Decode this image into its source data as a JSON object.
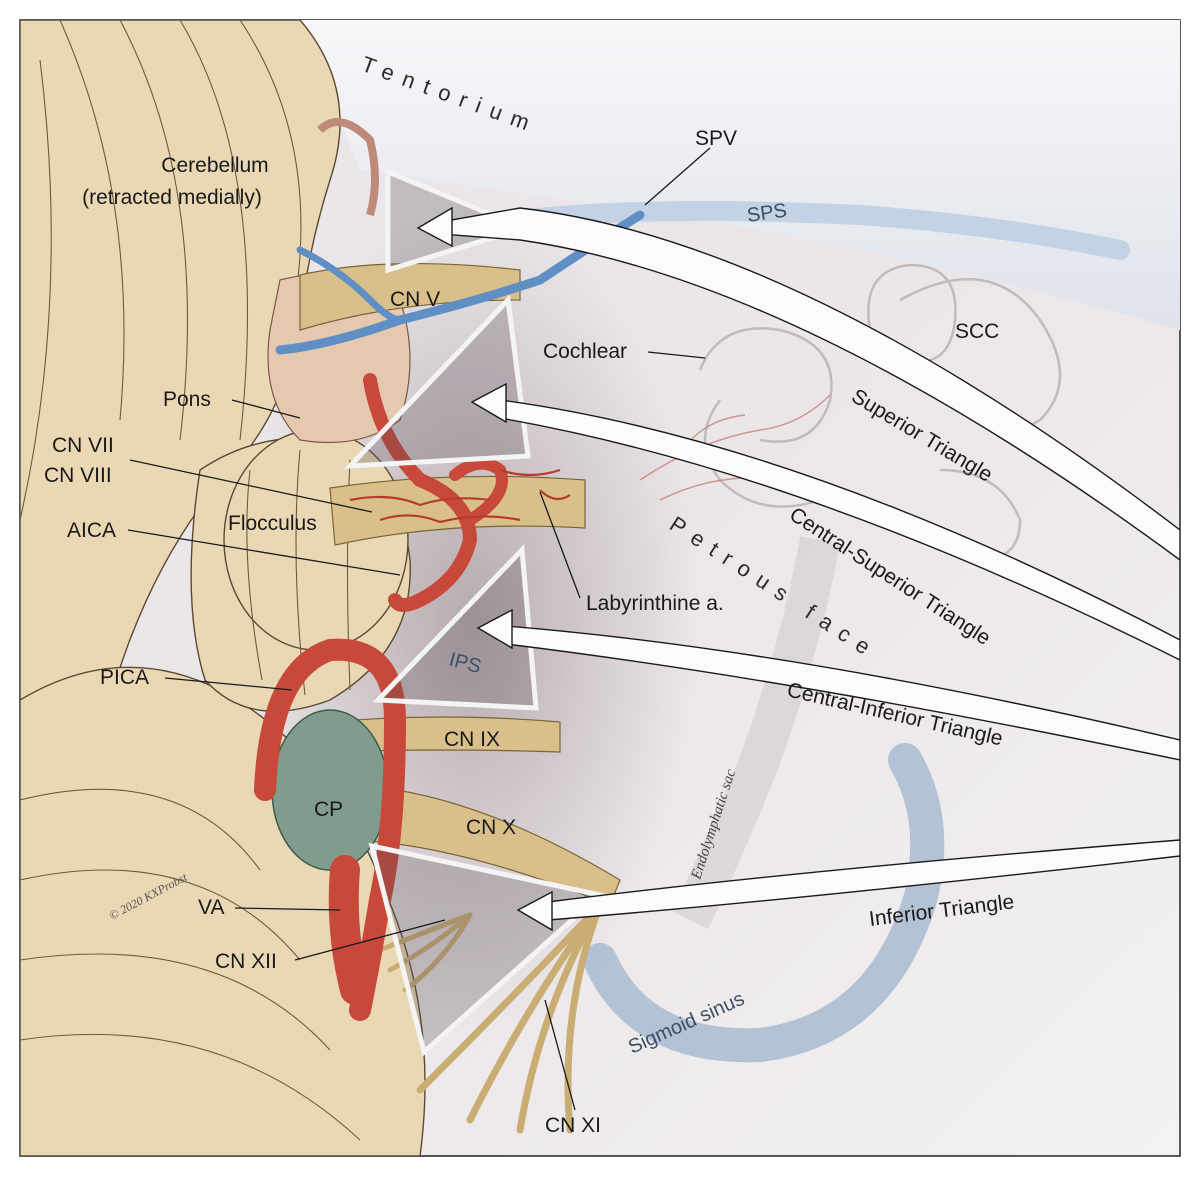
{
  "labels": {
    "tentorium": "Tentorium",
    "spv": "SPV",
    "sps": "SPS",
    "cerebellum": "Cerebellum",
    "cerebellum_note": "(retracted medially)",
    "cn_v": "CN V",
    "cochlear": "Cochlear",
    "scc": "SCC",
    "pons": "Pons",
    "cn_vii": "CN VII",
    "cn_viii": "CN VIII",
    "aica": "AICA",
    "flocculus": "Flocculus",
    "labyrinthine": "Labyrinthine a.",
    "petrous_face": "Petrous face",
    "ips": "IPS",
    "pica": "PICA",
    "cn_ix": "CN IX",
    "cp": "CP",
    "cn_x": "CN X",
    "endolymphatic_sac": "Endolymphatic sac",
    "va": "VA",
    "cn_xii": "CN XII",
    "sigmoid_sinus": "Sigmoid sinus",
    "cn_xi": "CN XI",
    "copyright": "© 2020 KXProbst"
  },
  "triangles": {
    "superior": "Superior Triangle",
    "central_superior": "Central-Superior Triangle",
    "central_inferior": "Central-Inferior Triangle",
    "inferior": "Inferior Triangle"
  },
  "colors": {
    "artery": "#c8483a",
    "vein": "#5f8fc4",
    "nerve": "#d9c08a",
    "cerebellum": "#ead8b4",
    "choroid_plexus": "#7f9c8c"
  }
}
